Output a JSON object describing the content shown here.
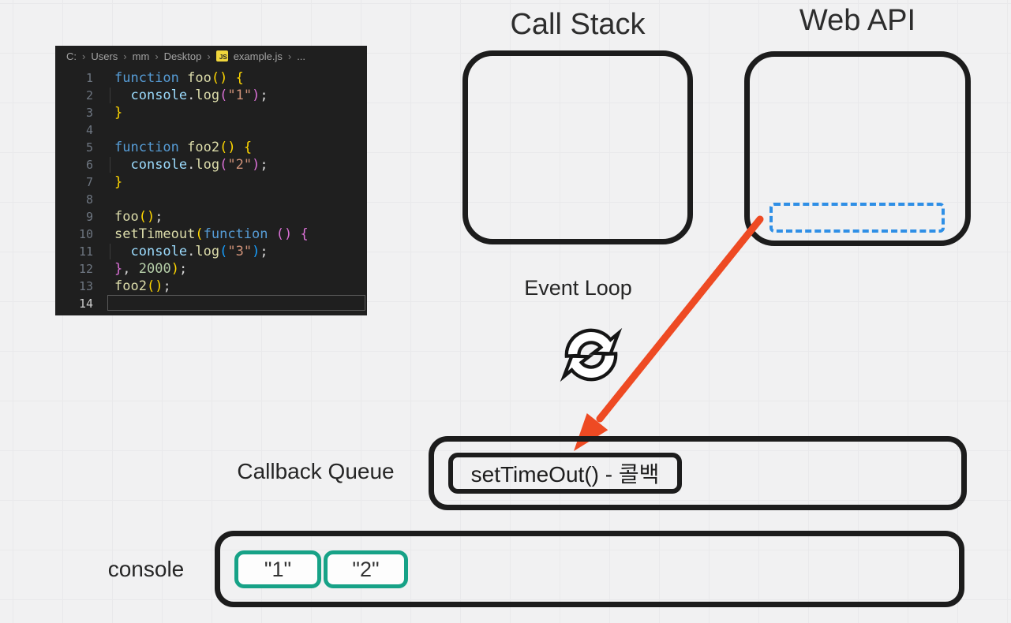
{
  "diagram": {
    "call_stack_title": "Call Stack",
    "web_api_title": "Web API",
    "event_loop_label": "Event Loop",
    "callback_queue_label": "Callback Queue",
    "callback_item": "setTimeOut() - 콜백",
    "console_label": "console",
    "console_items": [
      "\"1\"",
      "\"2\""
    ]
  },
  "editor": {
    "breadcrumb": {
      "segments": [
        "C:",
        "Users",
        "mm",
        "Desktop"
      ],
      "file_icon": "js-icon",
      "file_icon_text": "JS",
      "file": "example.js",
      "tail": "..."
    },
    "active_line": 14,
    "lines": [
      {
        "n": 1,
        "t": [
          [
            "function",
            "kw"
          ],
          [
            " "
          ],
          [
            "foo",
            "fn"
          ],
          [
            "()",
            "b1"
          ],
          [
            " "
          ],
          [
            "{",
            "b1"
          ]
        ]
      },
      {
        "n": 2,
        "guide": true,
        "t": [
          [
            "  "
          ],
          [
            "console",
            "var"
          ],
          [
            "."
          ],
          [
            "log",
            "fn"
          ],
          [
            "(",
            "b2"
          ],
          [
            "\"1\"",
            "str"
          ],
          [
            ")",
            "b2"
          ],
          [
            ";"
          ]
        ]
      },
      {
        "n": 3,
        "t": [
          [
            "}",
            "b1"
          ]
        ]
      },
      {
        "n": 4,
        "t": []
      },
      {
        "n": 5,
        "t": [
          [
            "function",
            "kw"
          ],
          [
            " "
          ],
          [
            "foo2",
            "fn"
          ],
          [
            "()",
            "b1"
          ],
          [
            " "
          ],
          [
            "{",
            "b1"
          ]
        ]
      },
      {
        "n": 6,
        "guide": true,
        "t": [
          [
            "  "
          ],
          [
            "console",
            "var"
          ],
          [
            "."
          ],
          [
            "log",
            "fn"
          ],
          [
            "(",
            "b2"
          ],
          [
            "\"2\"",
            "str"
          ],
          [
            ")",
            "b2"
          ],
          [
            ";"
          ]
        ]
      },
      {
        "n": 7,
        "t": [
          [
            "}",
            "b1"
          ]
        ]
      },
      {
        "n": 8,
        "t": []
      },
      {
        "n": 9,
        "t": [
          [
            "foo",
            "fn"
          ],
          [
            "()",
            "b1"
          ],
          [
            ";"
          ]
        ]
      },
      {
        "n": 10,
        "t": [
          [
            "setTimeout",
            "fn"
          ],
          [
            "(",
            "b1"
          ],
          [
            "function",
            "kw"
          ],
          [
            " "
          ],
          [
            "()",
            "b2"
          ],
          [
            " "
          ],
          [
            "{",
            "b2"
          ]
        ]
      },
      {
        "n": 11,
        "guide": true,
        "t": [
          [
            "  "
          ],
          [
            "console",
            "var"
          ],
          [
            "."
          ],
          [
            "log",
            "fn"
          ],
          [
            "(",
            "b3"
          ],
          [
            "\"3\"",
            "str"
          ],
          [
            ")",
            "b3"
          ],
          [
            ";"
          ]
        ]
      },
      {
        "n": 12,
        "t": [
          [
            "}",
            "b2"
          ],
          [
            ","
          ],
          [
            " "
          ],
          [
            "2000",
            "num"
          ],
          [
            ")",
            "b1"
          ],
          [
            ";"
          ]
        ]
      },
      {
        "n": 13,
        "t": [
          [
            "foo2",
            "fn"
          ],
          [
            "()",
            "b1"
          ],
          [
            ";"
          ]
        ]
      },
      {
        "n": 14,
        "t": []
      }
    ]
  },
  "colors": {
    "arrow": "#ee4a23",
    "dashed_slot": "#2f8fe6",
    "console_accent": "#17a287",
    "box_border": "#1c1c1c",
    "title_text": "#2d2d2d",
    "editor_bg": "#1f1f1f",
    "editor_breadcrumb_text": "#a3a3a3",
    "js_icon_bg": "#f0d63c",
    "tok_kw": "#569cd6",
    "tok_fn": "#dcdcaa",
    "tok_var": "#9cdcfe",
    "tok_str": "#ce9178",
    "tok_num": "#b5cea8",
    "tok_b1": "#ffd700",
    "tok_b2": "#da70d6",
    "tok_b3": "#179fff",
    "tok_plain": "#d4d4d4",
    "line_num": "#6e7681",
    "line_num_active": "#cccccc"
  }
}
